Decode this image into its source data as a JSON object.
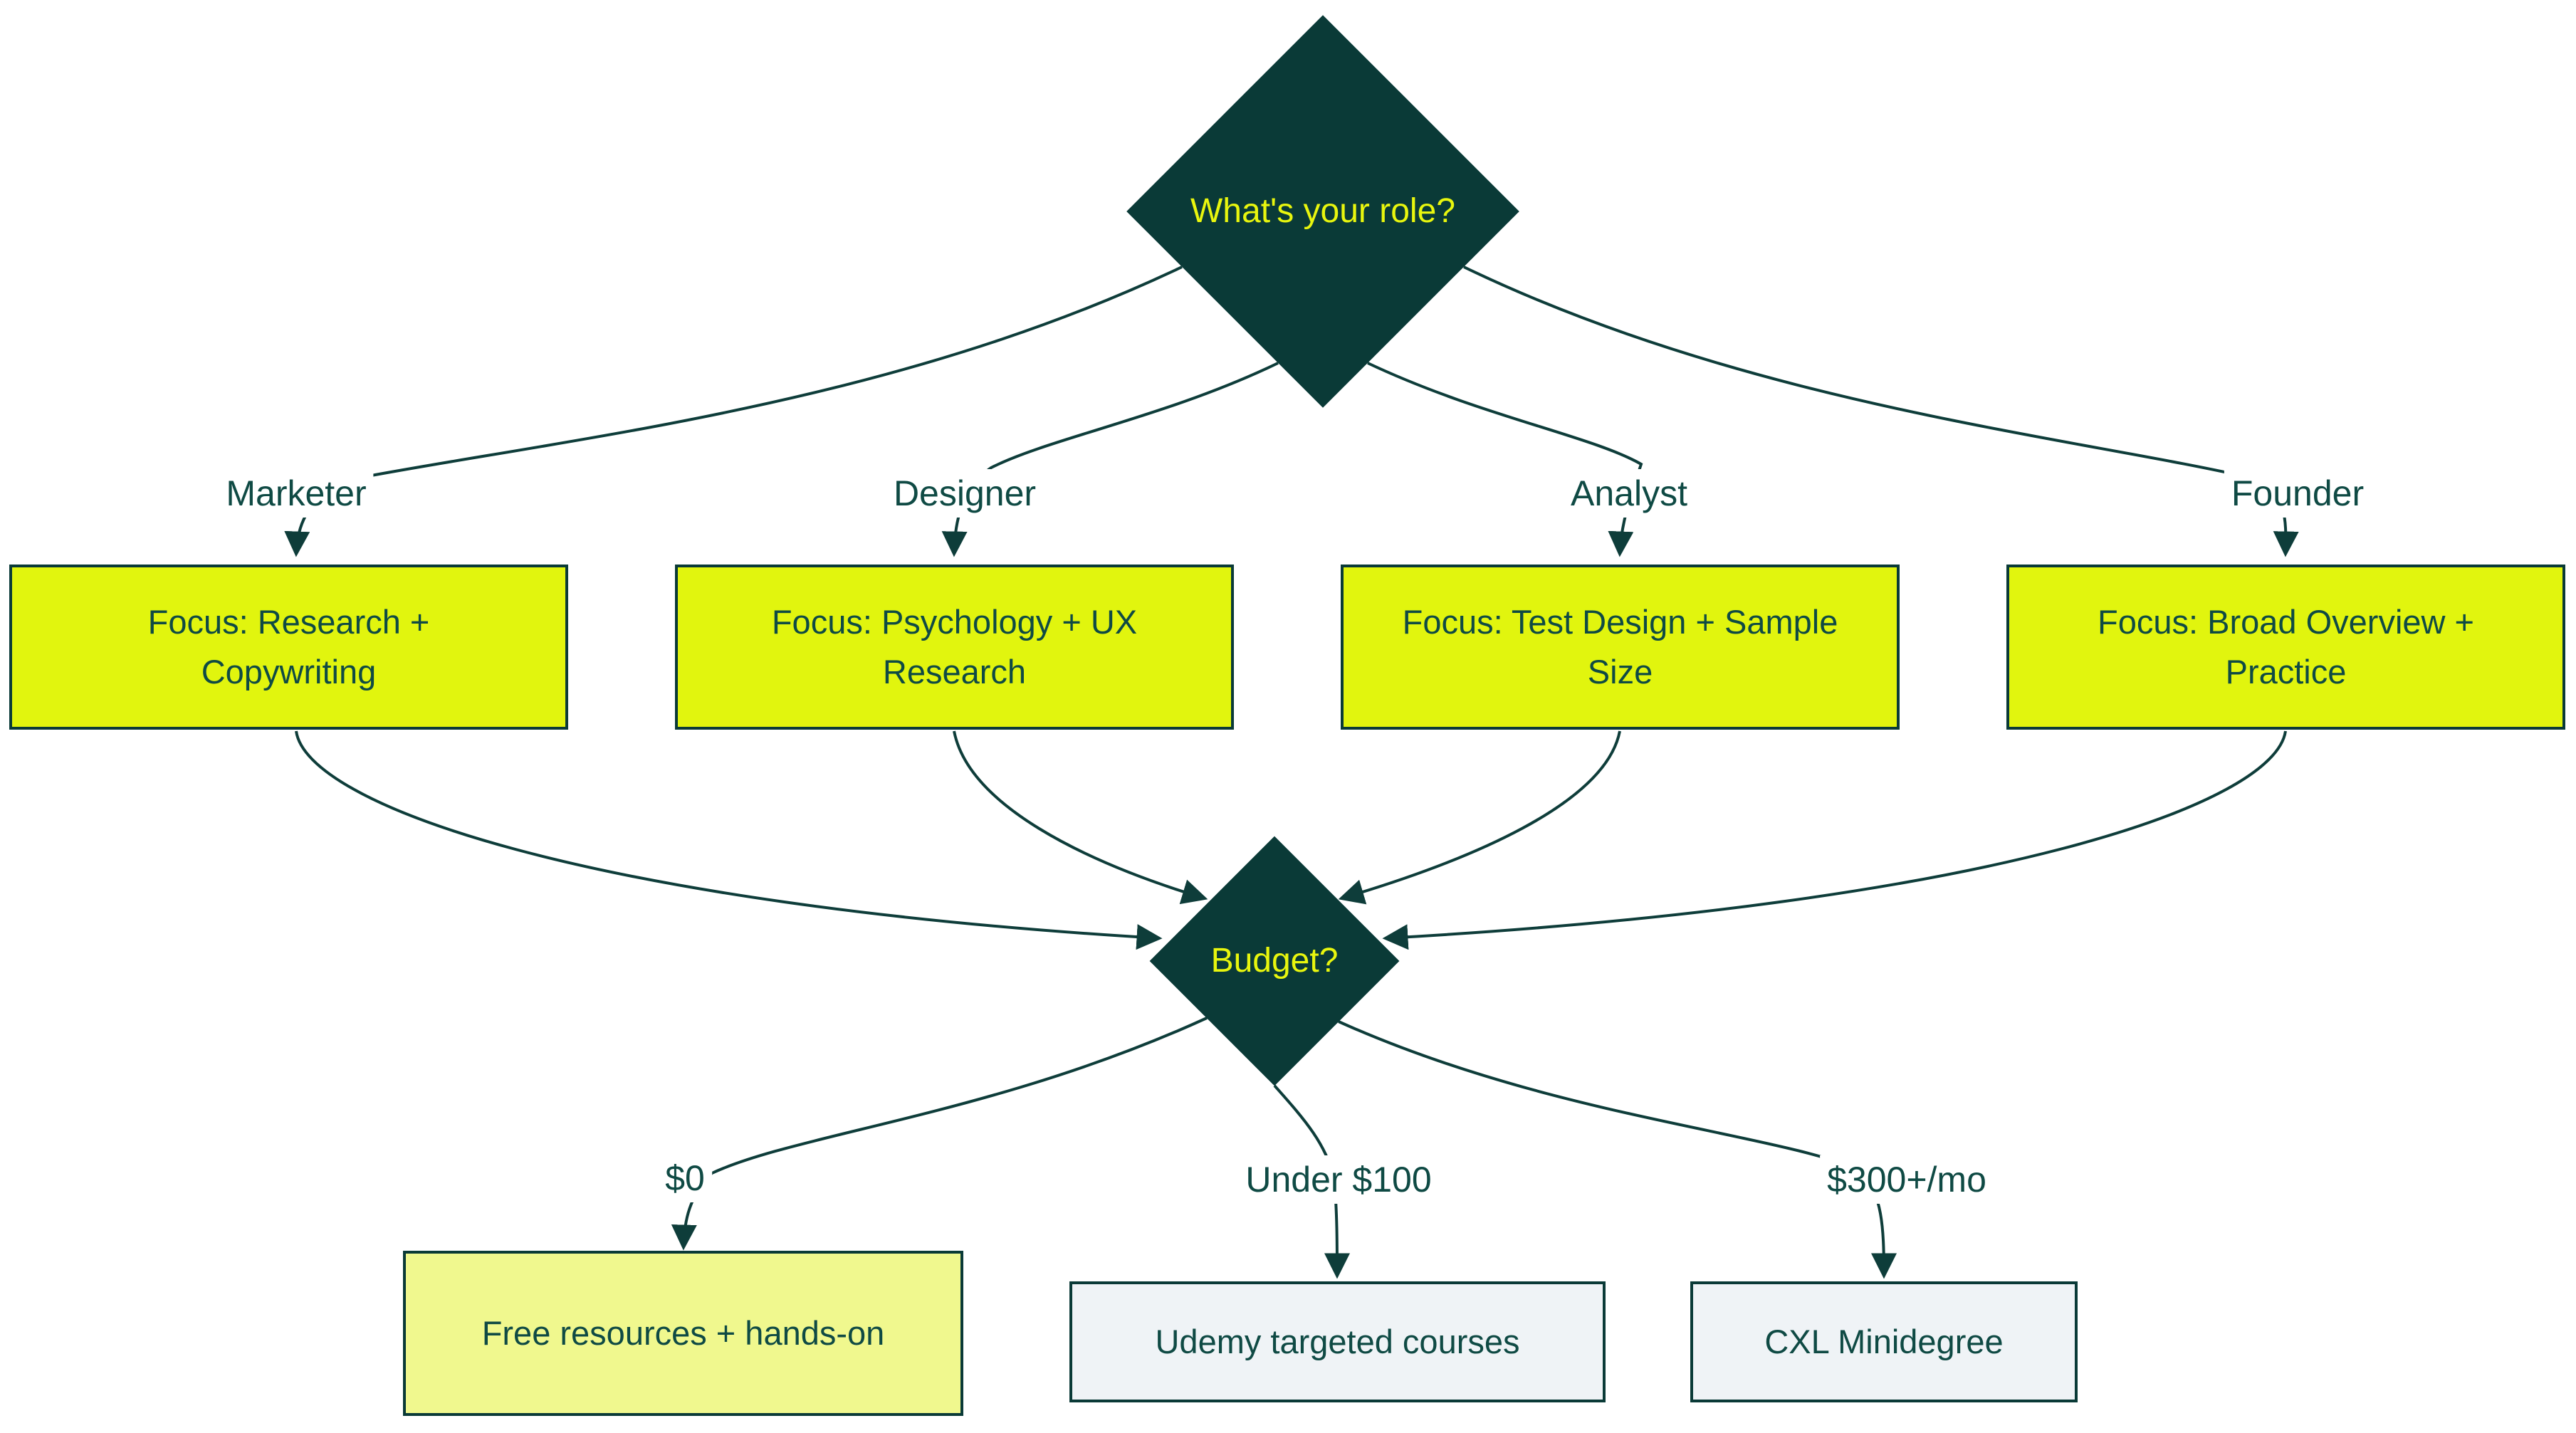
{
  "flow": {
    "decision_role": {
      "label": "What's your role?"
    },
    "roles": [
      {
        "branch_label": "Marketer",
        "focus": "Focus: Research + Copywriting"
      },
      {
        "branch_label": "Designer",
        "focus": "Focus: Psychology + UX Research"
      },
      {
        "branch_label": "Analyst",
        "focus": "Focus: Test Design + Sample Size"
      },
      {
        "branch_label": "Founder",
        "focus": "Focus: Broad Overview + Practice"
      }
    ],
    "decision_budget": {
      "label": "Budget?"
    },
    "budgets": [
      {
        "branch_label": "$0",
        "result": "Free resources + hands-on"
      },
      {
        "branch_label": "Under $100",
        "result": "Udemy targeted courses"
      },
      {
        "branch_label": "$300+/mo",
        "result": "CXL Minidegree"
      }
    ]
  },
  "colors": {
    "diamond_fill": "#0a3a37",
    "diamond_text": "#e8f60e",
    "focus_box_fill": "#e1f50e",
    "focus_box_border": "#0a3a37",
    "result_free_fill": "#f0f88e",
    "result_box_fill": "#eff3f6",
    "edge_stroke": "#0e3d3a",
    "dark_text": "#0f4a44",
    "background": "#ffffff"
  }
}
